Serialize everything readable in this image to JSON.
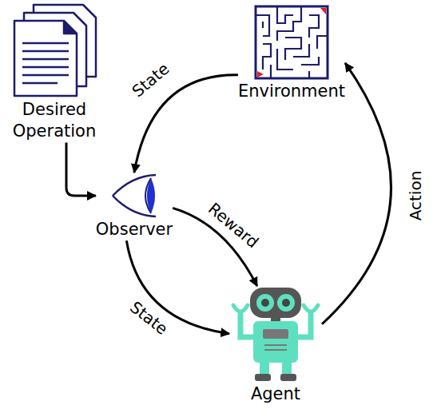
{
  "diagram": {
    "nodes": [
      {
        "text": [
          "Desired Operation"
        ]
      },
      {
        "text": [
          "Environment"
        ]
      },
      {
        "text": [
          "Observer"
        ]
      },
      {
        "text": [
          "Agent"
        ]
      }
    ],
    "edges": [
      {
        "from": 1,
        "to": 2,
        "label": "State",
        "arrow": "to"
      },
      {
        "from": 0,
        "to": 2,
        "arrow": "to"
      },
      {
        "from": 2,
        "to": 3,
        "label": "Reward",
        "arrow": "to"
      },
      {
        "from": 2,
        "to": 3,
        "label": "State",
        "arrow": "to"
      },
      {
        "from": 3,
        "to": 1,
        "label": "Action",
        "arrow": "to"
      }
    ]
  }
}
